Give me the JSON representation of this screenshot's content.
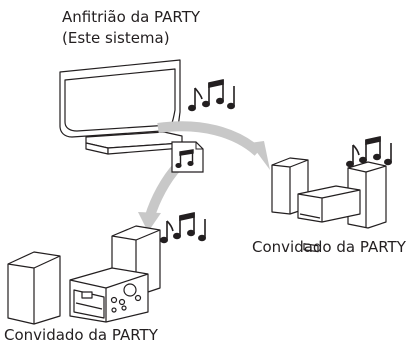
{
  "diagram": {
    "host": {
      "title": "Anfitrião da PARTY",
      "subtitle": "(Este sistema)"
    },
    "guests": [
      {
        "label": "Convidado da PARTY"
      },
      {
        "label": "Convidado da PARTY"
      }
    ],
    "colors": {
      "line": "#231f20",
      "arrow": "#c8c8c8",
      "device_fill": "#ffffff"
    },
    "icons": {
      "music_notes": "music-notes-icon",
      "music_file": "music-file-icon"
    }
  }
}
